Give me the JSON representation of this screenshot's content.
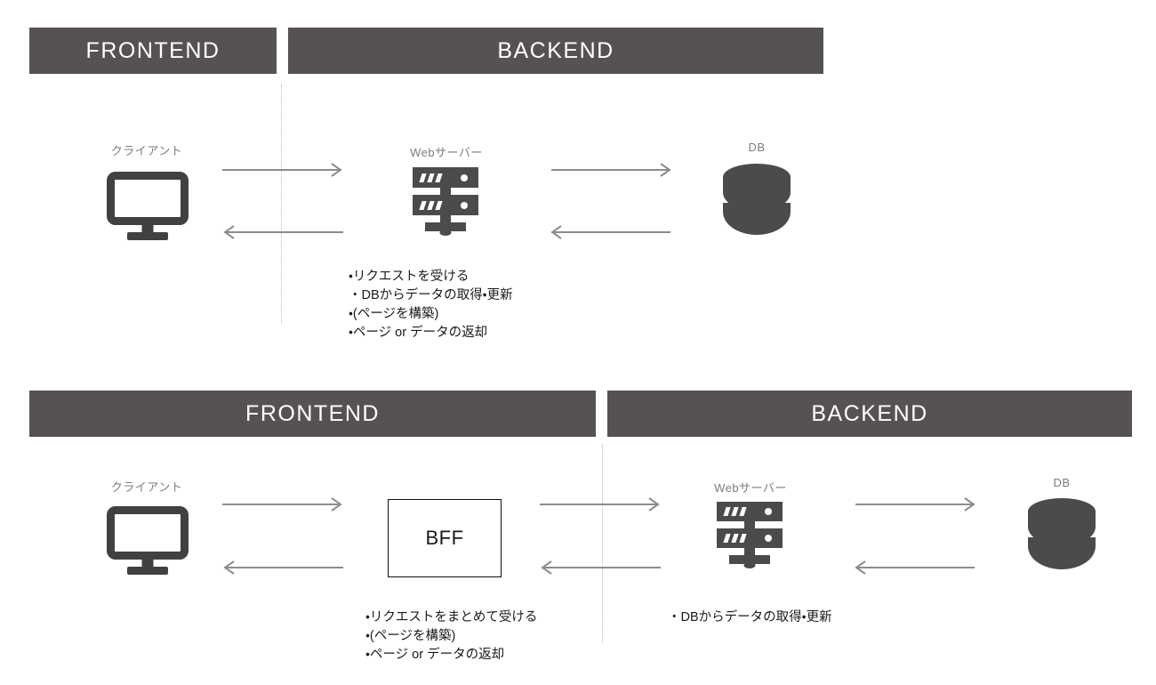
{
  "diagram": {
    "title": "BFF (Backends For Frontends) architecture comparison",
    "colors": {
      "bar_background": "#565254",
      "bar_text": "#ffffff",
      "icon_fill": "#4b4b4b",
      "monitor_fill": "#414141",
      "node_label": "#7d7b7b",
      "arrow": "#8c8c8c",
      "divider": "#b9b7b7",
      "bullet_text": "#1a1a1a",
      "bff_border": "#0d0d0d",
      "page_background": "#ffffff"
    }
  },
  "section_top": {
    "bands": [
      {
        "id": "frontend",
        "label": "FRONTEND"
      },
      {
        "id": "backend",
        "label": "BACKEND"
      }
    ],
    "nodes": [
      {
        "id": "client",
        "label": "クライアント",
        "icon": "monitor-icon"
      },
      {
        "id": "web-server",
        "label": "Webサーバー",
        "icon": "server-icon"
      },
      {
        "id": "db",
        "label": "DB",
        "icon": "database-icon"
      }
    ],
    "flows": [
      {
        "id": "client-to-server",
        "direction": "right",
        "from": "client",
        "to": "web-server"
      },
      {
        "id": "server-to-client",
        "direction": "left",
        "from": "web-server",
        "to": "client"
      },
      {
        "id": "server-to-db",
        "direction": "right",
        "from": "web-server",
        "to": "db"
      },
      {
        "id": "db-to-server",
        "direction": "left",
        "from": "db",
        "to": "web-server"
      }
    ],
    "notes": {
      "owner": "web-server",
      "items": [
        "・リクエストを受ける",
        "・DBからデータの取得・更新",
        "・(ページを構築)",
        "・ページ or データの返却"
      ]
    }
  },
  "section_bottom": {
    "bands": [
      {
        "id": "frontend",
        "label": "FRONTEND"
      },
      {
        "id": "backend",
        "label": "BACKEND"
      }
    ],
    "nodes": [
      {
        "id": "client",
        "label": "クライアント",
        "icon": "monitor-icon"
      },
      {
        "id": "bff",
        "label": "BFF",
        "icon": "box"
      },
      {
        "id": "web-server",
        "label": "Webサーバー",
        "icon": "server-icon"
      },
      {
        "id": "db",
        "label": "DB",
        "icon": "database-icon"
      }
    ],
    "flows": [
      {
        "id": "client-to-bff",
        "direction": "right",
        "from": "client",
        "to": "bff"
      },
      {
        "id": "bff-to-client",
        "direction": "left",
        "from": "bff",
        "to": "client"
      },
      {
        "id": "bff-to-server",
        "direction": "right",
        "from": "bff",
        "to": "web-server"
      },
      {
        "id": "server-to-bff",
        "direction": "left",
        "from": "web-server",
        "to": "bff"
      },
      {
        "id": "server-to-db",
        "direction": "right",
        "from": "web-server",
        "to": "db"
      },
      {
        "id": "db-to-server",
        "direction": "left",
        "from": "db",
        "to": "web-server"
      }
    ],
    "notes_bff": {
      "owner": "bff",
      "items": [
        "・リクエストをまとめて受ける",
        "・(ページを構築)",
        "・ページ or データの返却"
      ]
    },
    "notes_server": {
      "owner": "web-server",
      "items": [
        "・DBからデータの取得・更新"
      ]
    }
  }
}
